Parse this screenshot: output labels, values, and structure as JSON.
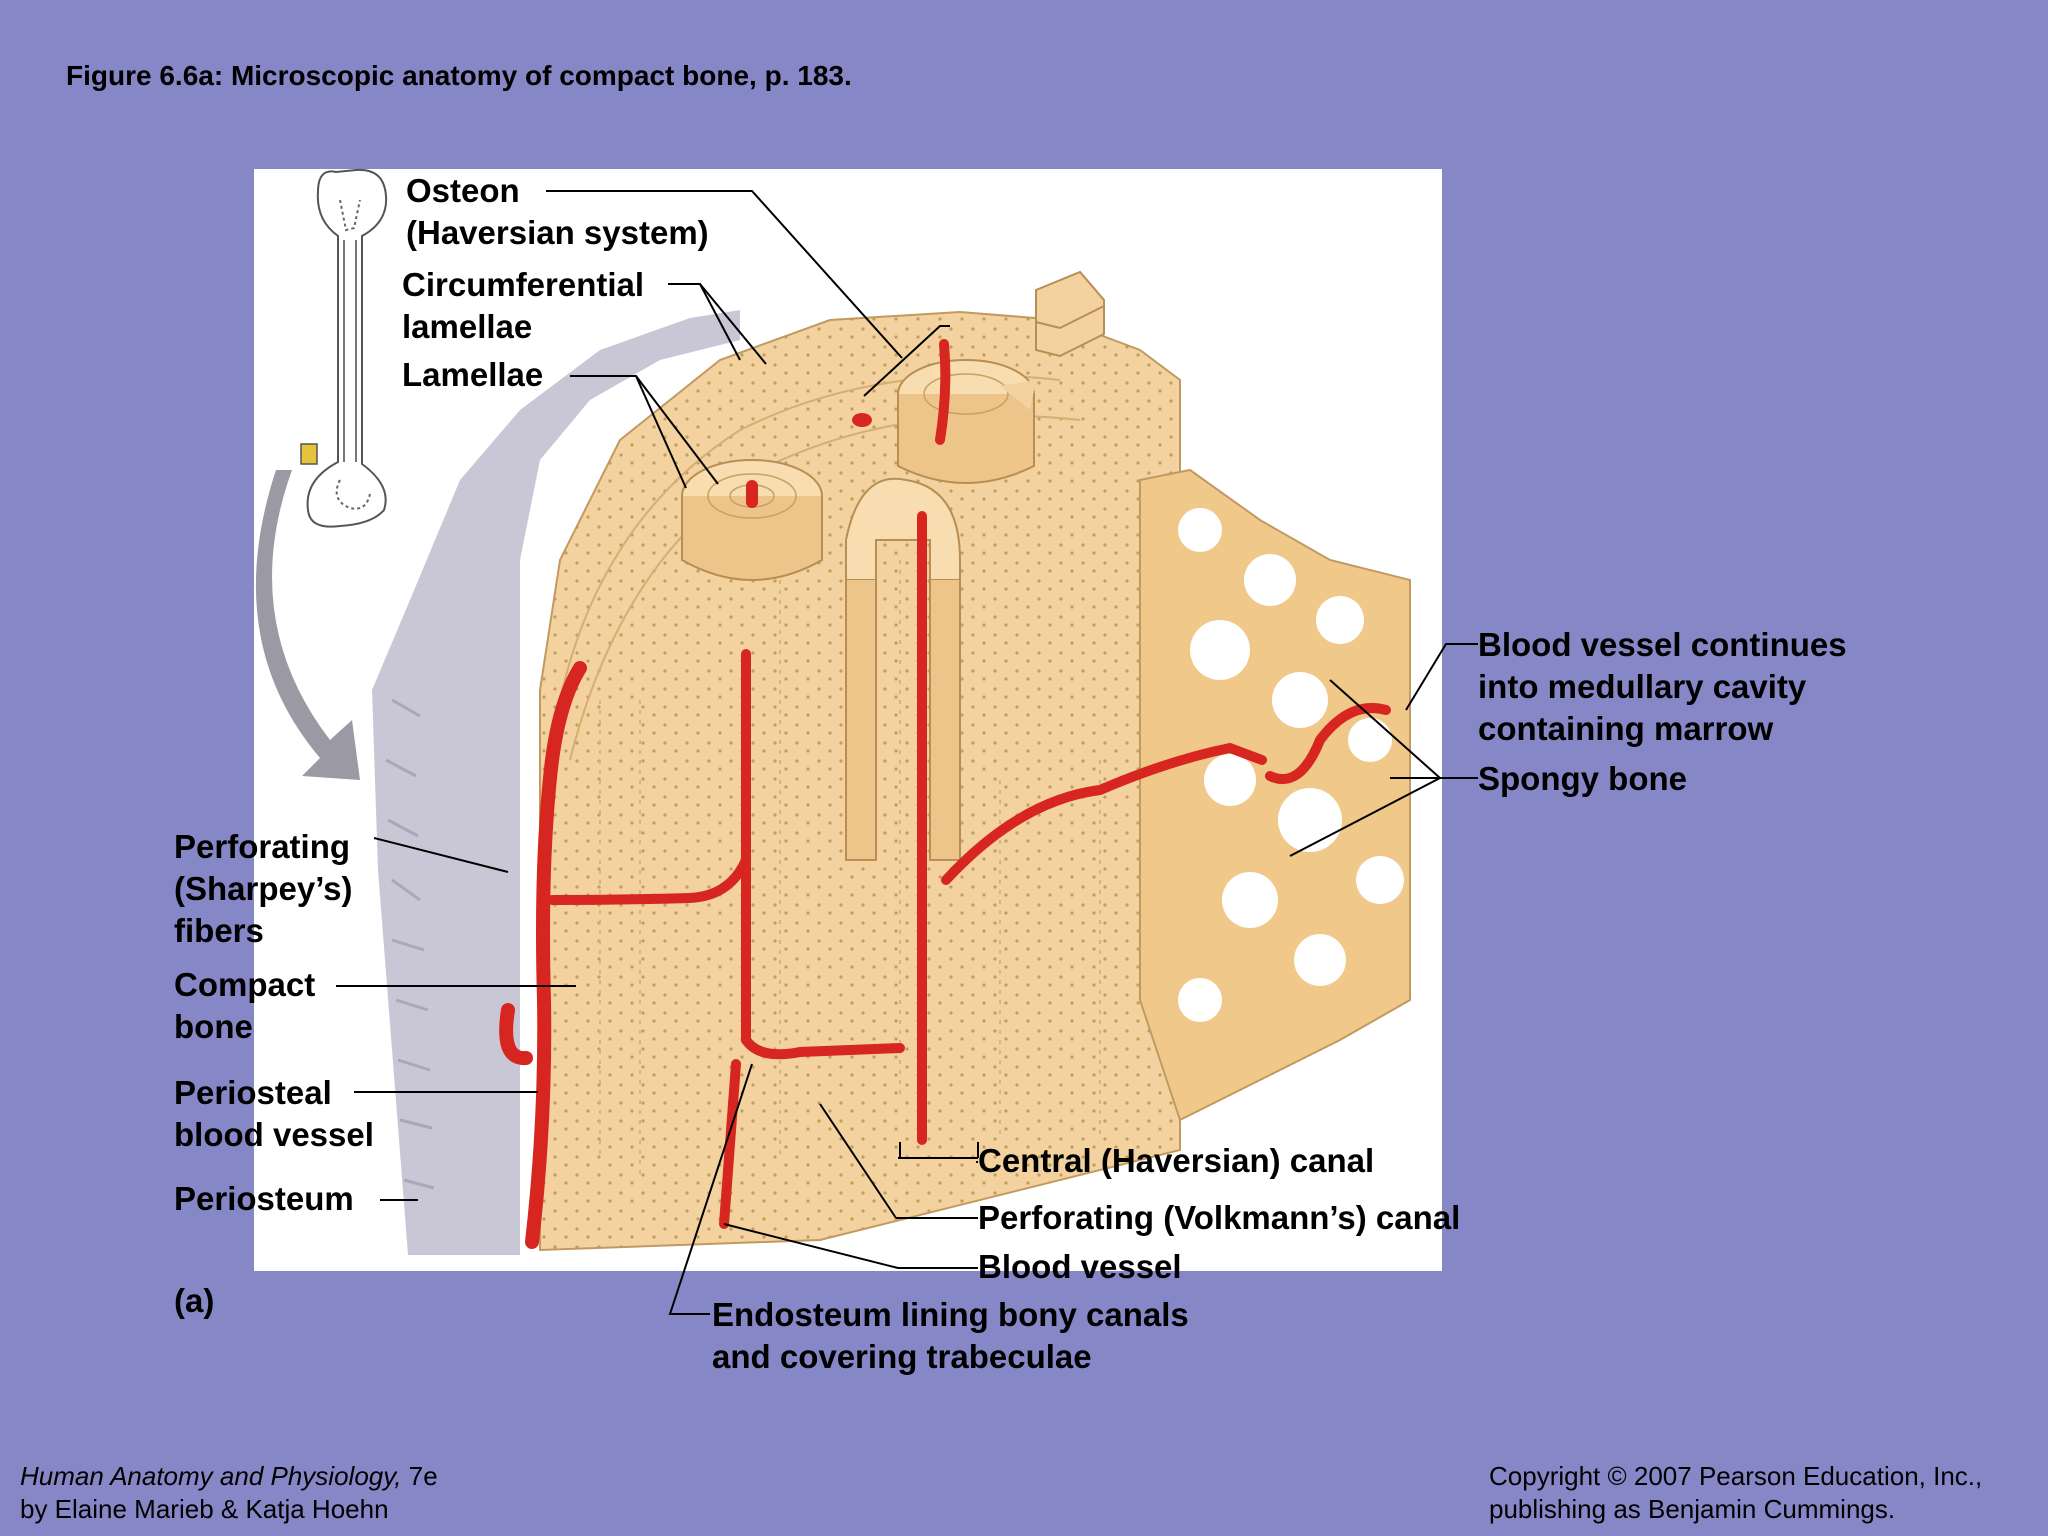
{
  "figure_title": "Figure 6.6a:  Microscopic anatomy of compact bone, p. 183.",
  "labels": {
    "osteon": [
      "Osteon",
      "(Haversian system)"
    ],
    "circumferential_lamellae": [
      "Circumferential",
      "lamellae"
    ],
    "lamellae": [
      "Lamellae"
    ],
    "perforating_fibers": [
      "Perforating",
      "(Sharpey’s)",
      "fibers"
    ],
    "compact_bone": [
      "Compact",
      "bone"
    ],
    "periosteal_blood_vessel": [
      "Periosteal",
      "blood vessel"
    ],
    "periosteum": [
      "Periosteum"
    ],
    "panel_letter": "(a)",
    "blood_vessel_continues": [
      "Blood vessel continues",
      "into medullary cavity",
      "containing marrow"
    ],
    "spongy_bone": [
      "Spongy bone"
    ],
    "central_canal": [
      "Central (Haversian) canal"
    ],
    "perforating_canal": [
      "Perforating (Volkmann’s) canal"
    ],
    "blood_vessel": [
      "Blood vessel"
    ],
    "endosteum": [
      "Endosteum lining bony canals",
      "and covering trabeculae"
    ]
  },
  "footer": {
    "book_title": "Human Anatomy and Physiology,",
    "edition": " 7e",
    "authors": "by Elaine Marieb & Katja Hoehn",
    "copyright_line1": "Copyright © 2007 Pearson Education, Inc.,",
    "copyright_line2": "publishing as Benjamin Cummings."
  },
  "colors": {
    "background": "#8587c6",
    "bone": "#f3d29f",
    "bone_dark": "#e3b77a",
    "vessel": "#d7261f",
    "periosteum": "#c9c7d6"
  }
}
